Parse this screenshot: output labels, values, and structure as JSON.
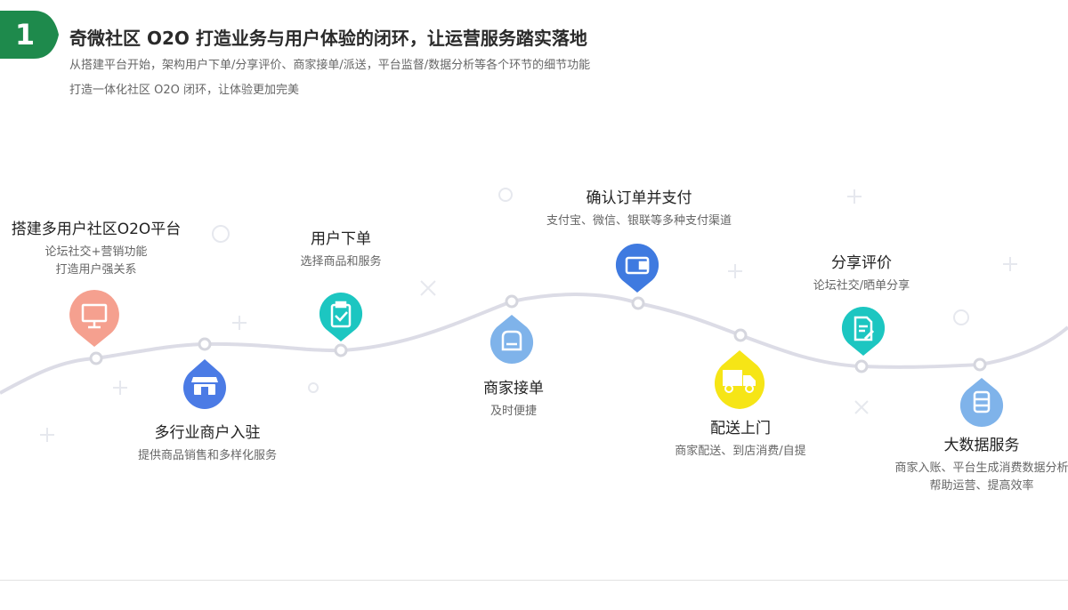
{
  "badge": {
    "number": "1",
    "color": "#1e8a4c"
  },
  "header": {
    "title": "奇微社区 O2O 打造业务与用户体验的闭环，让运营服务踏实落地",
    "subtitle_line1": "从搭建平台开始，架构用户下单/分享评价、商家接单/派送，平台监督/数据分析等各个环节的细节功能",
    "subtitle_line2": "打造一体化社区 O2O 闭环，让体验更加完美"
  },
  "steps": [
    {
      "title": "搭建多用户社区O2O平台",
      "desc1": "论坛社交+营销功能",
      "desc2": "打造用户强关系",
      "color": "#f5a08f",
      "icon": "monitor-icon"
    },
    {
      "title": "多行业商户入驻",
      "desc1": "提供商品销售和多样化服务",
      "desc2": "",
      "color": "#4b7be5",
      "icon": "store-icon"
    },
    {
      "title": "用户下单",
      "desc1": "选择商品和服务",
      "desc2": "",
      "color": "#1cc6c1",
      "icon": "clipboard-check-icon"
    },
    {
      "title": "商家接单",
      "desc1": "及时便捷",
      "desc2": "",
      "color": "#7fb3ea",
      "icon": "receipt-icon"
    },
    {
      "title": "确认订单并支付",
      "desc1": "支付宝、微信、银联等多种支付渠道",
      "desc2": "",
      "color": "#3f7ae0",
      "icon": "wallet-icon"
    },
    {
      "title": "配送上门",
      "desc1": "商家配送、到店消费/自提",
      "desc2": "",
      "color": "#f6e516",
      "icon": "truck-icon"
    },
    {
      "title": "分享评价",
      "desc1": "论坛社交/晒单分享",
      "desc2": "",
      "color": "#1cc6c1",
      "icon": "document-edit-icon"
    },
    {
      "title": "大数据服务",
      "desc1": "商家入账、平台生成消费数据分析",
      "desc2": "帮助运营、提高效率",
      "color": "#7fb3ea",
      "icon": "database-icon"
    }
  ]
}
